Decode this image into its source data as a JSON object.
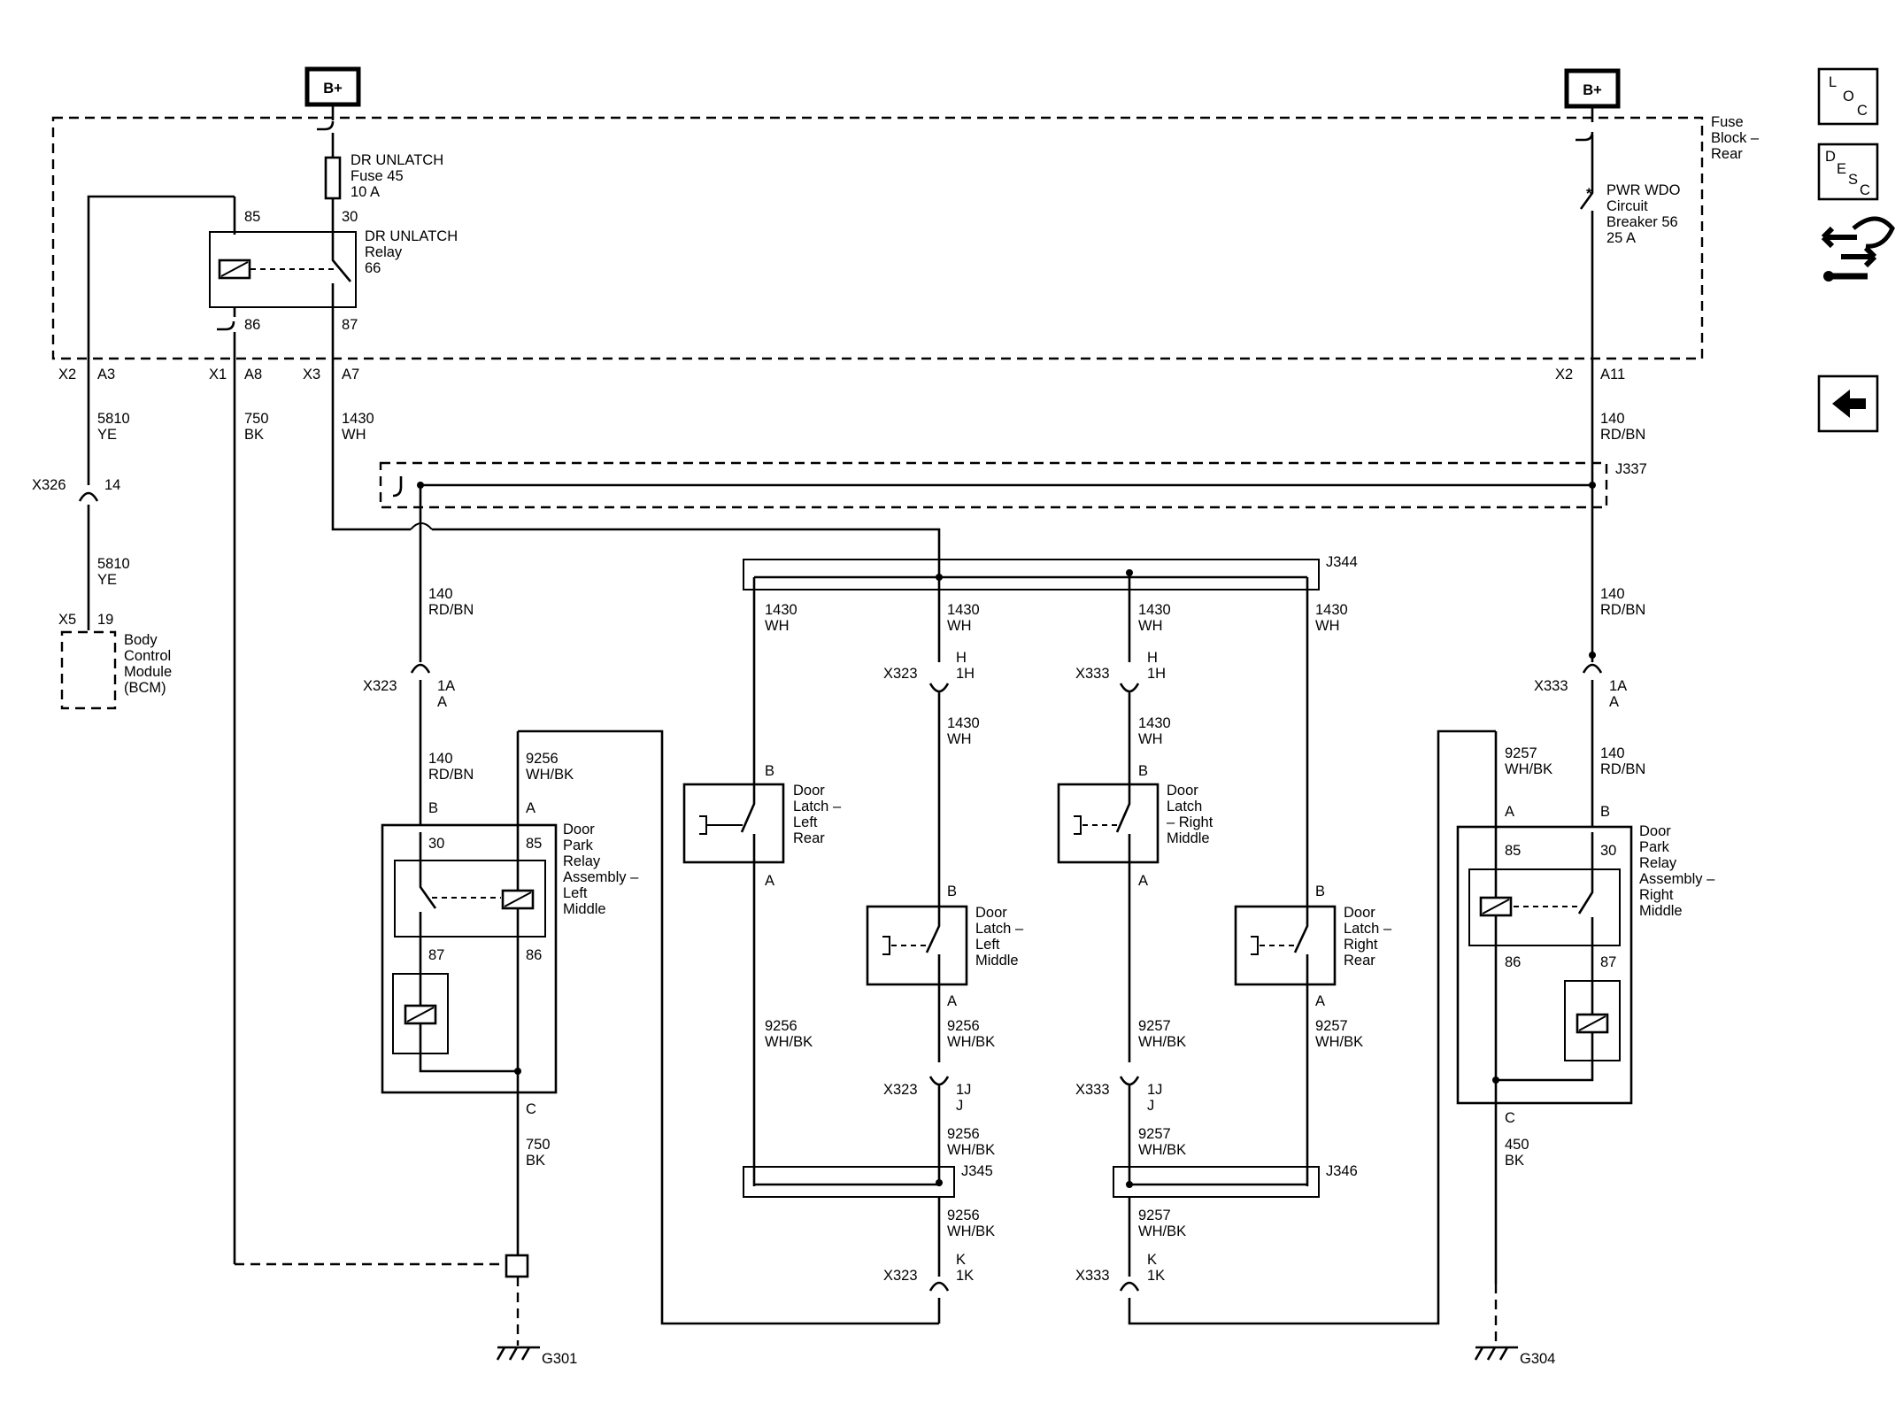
{
  "power": {
    "left": "B+",
    "right": "B+"
  },
  "fuse_block": {
    "line1": "Fuse",
    "line2": "Block –",
    "line3": "Rear"
  },
  "fuse45": {
    "line1": "DR UNLATCH",
    "line2": "Fuse 45",
    "line3": "10 A"
  },
  "relay66": {
    "line1": "DR UNLATCH",
    "line2": "Relay",
    "line3": "66",
    "pin85": "85",
    "pin30": "30",
    "pin86": "86",
    "pin87": "87"
  },
  "breaker56": {
    "line1": "PWR WDO",
    "line2": "Circuit",
    "line3": "Breaker 56",
    "line4": "25 A"
  },
  "connectors": {
    "x2_left": "X2",
    "a3": "A3",
    "x1": "X1",
    "a8": "A8",
    "x3": "X3",
    "a7": "A7",
    "x2_right": "X2",
    "a11": "A11",
    "x326": "X326",
    "x326_pin": "14",
    "x5": "X5",
    "x5_pin": "19",
    "x323_a": "X323",
    "x323_a_p1": "1A",
    "x323_a_p2": "A",
    "x323_h": "X323",
    "x323_h_p1": "H",
    "x323_h_p2": "1H",
    "x333_h": "X333",
    "x333_h_p1": "H",
    "x333_h_p2": "1H",
    "x333_a": "X333",
    "x333_a_p1": "1A",
    "x333_a_p2": "A",
    "x323_j": "X323",
    "x323_j_p1": "1J",
    "x323_j_p2": "J",
    "x333_j": "X333",
    "x333_j_p1": "1J",
    "x333_j_p2": "J",
    "x323_k": "X323",
    "x323_k_p1": "K",
    "x323_k_p2": "1K",
    "x333_k": "X333",
    "x333_k_p1": "K",
    "x333_k_p2": "1K"
  },
  "splices": {
    "j337": "J337",
    "j344": "J344",
    "j345": "J345",
    "j346": "J346"
  },
  "grounds": {
    "g301": "G301",
    "g304": "G304"
  },
  "bcm": {
    "line1": "Body",
    "line2": "Control",
    "line3": "Module",
    "line4": "(BCM)"
  },
  "wires": {
    "w5810_top": {
      "num": "5810",
      "color": "YE"
    },
    "w5810_bot": {
      "num": "5810",
      "color": "YE"
    },
    "w750_top": {
      "num": "750",
      "color": "BK"
    },
    "w1430_top": {
      "num": "1430",
      "color": "WH"
    },
    "w140_top_right": {
      "num": "140",
      "color": "RD/BN"
    },
    "w140_left": {
      "num": "140",
      "color": "RD/BN"
    },
    "w140_right": {
      "num": "140",
      "color": "RD/BN"
    },
    "w140_left_low": {
      "num": "140",
      "color": "RD/BN"
    },
    "w140_right_low": {
      "num": "140",
      "color": "RD/BN"
    },
    "w9256_relay": {
      "num": "9256",
      "color": "WH/BK"
    },
    "w9257_relay": {
      "num": "9257",
      "color": "WH/BK"
    },
    "w1430_a": {
      "num": "1430",
      "color": "WH"
    },
    "w1430_b": {
      "num": "1430",
      "color": "WH"
    },
    "w1430_c": {
      "num": "1430",
      "color": "WH"
    },
    "w1430_d": {
      "num": "1430",
      "color": "WH"
    },
    "w1430_b2": {
      "num": "1430",
      "color": "WH"
    },
    "w1430_c2": {
      "num": "1430",
      "color": "WH"
    },
    "w9256_a": {
      "num": "9256",
      "color": "WH/BK"
    },
    "w9256_b": {
      "num": "9256",
      "color": "WH/BK"
    },
    "w9257_c": {
      "num": "9257",
      "color": "WH/BK"
    },
    "w9257_d": {
      "num": "9257",
      "color": "WH/BK"
    },
    "w9256_j": {
      "num": "9256",
      "color": "WH/BK"
    },
    "w9257_j": {
      "num": "9257",
      "color": "WH/BK"
    },
    "w9256_k": {
      "num": "9256",
      "color": "WH/BK"
    },
    "w9257_k": {
      "num": "9257",
      "color": "WH/BK"
    },
    "w750_bot": {
      "num": "750",
      "color": "BK"
    },
    "w450_bot": {
      "num": "450",
      "color": "BK"
    }
  },
  "latch_lr": {
    "line1": "Door",
    "line2": "Latch –",
    "line3": "Left",
    "line4": "Rear",
    "pinB": "B",
    "pinA": "A"
  },
  "latch_lm": {
    "line1": "Door",
    "line2": "Latch –",
    "line3": "Left",
    "line4": "Middle",
    "pinB": "B",
    "pinA": "A"
  },
  "latch_rm": {
    "line1": "Door",
    "line2": "Latch",
    "line3": "– Right",
    "line4": "Middle",
    "pinB": "B",
    "pinA": "A"
  },
  "latch_rr": {
    "line1": "Door",
    "line2": "Latch –",
    "line3": "Right",
    "line4": "Rear",
    "pinB": "B",
    "pinA": "A"
  },
  "park_left": {
    "line1": "Door",
    "line2": "Park",
    "line3": "Relay",
    "line4": "Assembly –",
    "line5": "Left",
    "line6": "Middle",
    "pinB": "B",
    "pinA": "A",
    "pinC": "C",
    "p30": "30",
    "p85": "85",
    "p87": "87",
    "p86": "86"
  },
  "park_right": {
    "line1": "Door",
    "line2": "Park",
    "line3": "Relay",
    "line4": "Assembly –",
    "line5": "Right",
    "line6": "Middle",
    "pinA": "A",
    "pinB": "B",
    "pinC": "C",
    "p85": "85",
    "p30": "30",
    "p86": "86",
    "p87": "87"
  },
  "nav": {
    "loc": [
      "L",
      "O",
      "C"
    ],
    "desc": [
      "D",
      "E",
      "S",
      "C"
    ]
  }
}
